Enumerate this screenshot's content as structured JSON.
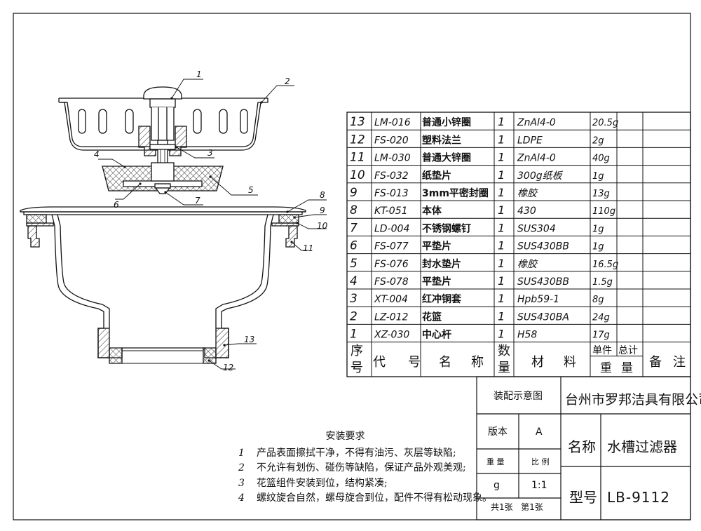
{
  "parts": [
    {
      "no": "13",
      "code": "LM-016",
      "name": "普通小锌圈",
      "qty": "1",
      "material": "ZnAl4-0",
      "weight": "20.5g"
    },
    {
      "no": "12",
      "code": "FS-020",
      "name": "塑料法兰",
      "qty": "1",
      "material": "LDPE",
      "weight": "2g"
    },
    {
      "no": "11",
      "code": "LM-030",
      "name": "普通大锌圈",
      "qty": "1",
      "material": "ZnAl4-0",
      "weight": "40g"
    },
    {
      "no": "10",
      "code": "FS-032",
      "name": "纸垫片",
      "qty": "1",
      "material": "300g纸板",
      "weight": "1g"
    },
    {
      "no": "9",
      "code": "FS-013",
      "name": "3mm平密封圈",
      "qty": "1",
      "material": "橡胶",
      "weight": "13g"
    },
    {
      "no": "8",
      "code": "KT-051",
      "name": "本体",
      "qty": "1",
      "material": "430",
      "weight": "110g"
    },
    {
      "no": "7",
      "code": "LD-004",
      "name": "不锈钢螺钉",
      "qty": "1",
      "material": "SUS304",
      "weight": "1g"
    },
    {
      "no": "6",
      "code": "FS-077",
      "name": "平垫片",
      "qty": "1",
      "material": "SUS430BB",
      "weight": "1g"
    },
    {
      "no": "5",
      "code": "FS-076",
      "name": "封水垫片",
      "qty": "1",
      "material": "橡胶",
      "weight": "16.5g"
    },
    {
      "no": "4",
      "code": "FS-078",
      "name": "平垫片",
      "qty": "1",
      "material": "SUS430BB",
      "weight": "1.5g"
    },
    {
      "no": "3",
      "code": "XT-004",
      "name": "红冲铜套",
      "qty": "1",
      "material": "Hpb59-1",
      "weight": "8g"
    },
    {
      "no": "2",
      "code": "LZ-012",
      "name": "花篮",
      "qty": "1",
      "material": "SUS430BA",
      "weight": "24g"
    },
    {
      "no": "1",
      "code": "XZ-030",
      "name": "中心杆",
      "qty": "1",
      "material": "H58",
      "weight": "17g"
    }
  ],
  "header": {
    "no": [
      "序",
      "号"
    ],
    "code": [
      "代",
      "号"
    ],
    "name": [
      "名",
      "称"
    ],
    "qty": [
      "数",
      "量"
    ],
    "material": [
      "材",
      "料"
    ],
    "single": "单件",
    "total": "总计",
    "weight": [
      "重",
      "量"
    ],
    "remark": [
      "备",
      "注"
    ]
  },
  "callouts": [
    "1",
    "2",
    "3",
    "4",
    "5",
    "6",
    "7",
    "8",
    "9",
    "10",
    "11",
    "12",
    "13"
  ],
  "title_block": {
    "drawing_type": "装配示意图",
    "company": "台州市罗邦洁具有限公司",
    "version_label": "版本",
    "version_value": "A",
    "name_label": "名称",
    "name_value": "水槽过滤器",
    "weight_label": "重 量",
    "weight_value": "g",
    "scale_label": "比 例",
    "scale_value": "1:1",
    "sheets": "共1张   第1张",
    "model_label": "型号",
    "model_value": "LB-9112"
  },
  "notes": {
    "title": "安装要求",
    "items": [
      {
        "n": "1",
        "text": "产品表面擦拭干净，不得有油污、灰层等缺陷;"
      },
      {
        "n": "2",
        "text": "不允许有划伤、碰伤等缺陷，保证产品外观美观;"
      },
      {
        "n": "3",
        "text": "花篮组件安装到位，结构紧凑;"
      },
      {
        "n": "4",
        "text": "螺纹旋合自然，螺母旋合到位，配件不得有松动现象。"
      }
    ]
  }
}
